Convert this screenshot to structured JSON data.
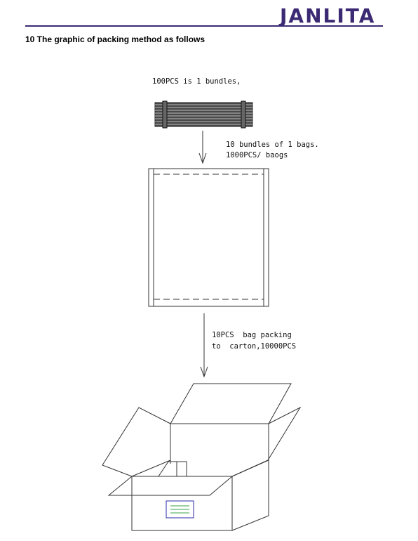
{
  "header": {
    "logo": "JANLITA"
  },
  "section": {
    "heading": "10 The graphic of packing method as follows"
  },
  "figure": {
    "step1": "100PCS is 1 bundles,",
    "step2_line1": "10 bundles of 1 bags.",
    "step2_line2": "1000PCS/ baogs",
    "step3_line1": "10PCS  bag packing",
    "step3_line2": "to  carton,10000PCS"
  },
  "colors": {
    "brand": "#3b2a73",
    "label_border": "#2a2aa8",
    "label_lines": "#3aa64a"
  }
}
